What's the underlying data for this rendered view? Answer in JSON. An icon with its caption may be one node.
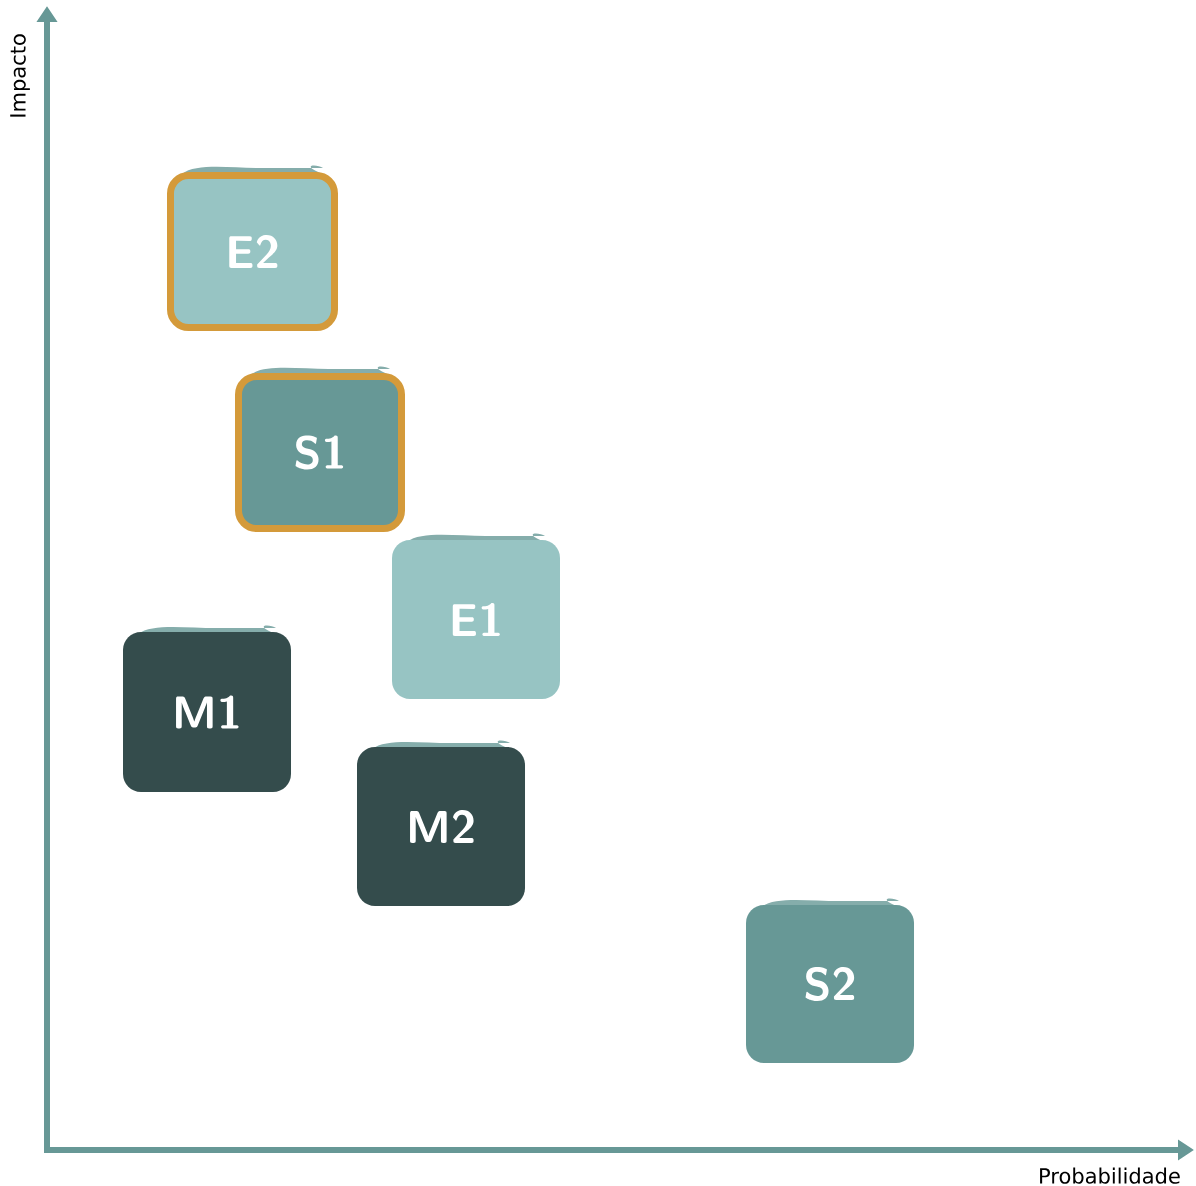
{
  "diagram": {
    "nodes": [
      {
        "text": [
          "E2"
        ]
      },
      {
        "text": [
          "S1"
        ]
      },
      {
        "text": [
          "E1"
        ]
      },
      {
        "text": [
          "M1"
        ]
      },
      {
        "text": [
          "M2"
        ]
      },
      {
        "text": [
          "S2"
        ]
      }
    ],
    "labels": [
      "Impacto",
      "Probabilidade"
    ]
  }
}
